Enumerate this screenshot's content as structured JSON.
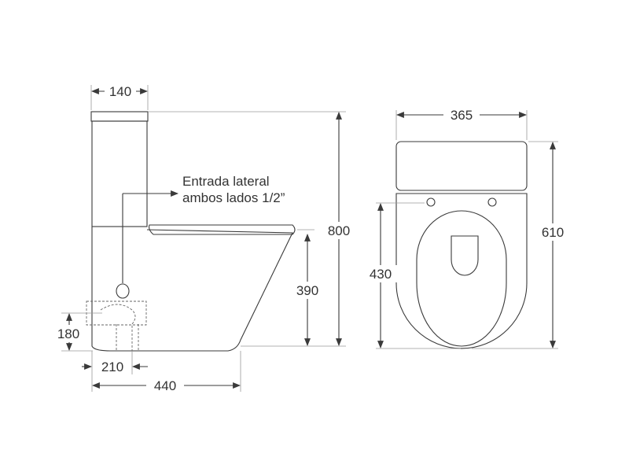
{
  "side_view": {
    "dim_tank_depth": "140",
    "dim_total_height": "800",
    "dim_seat_height": "390",
    "dim_outlet_height": "180",
    "dim_outlet_distance": "210",
    "dim_total_depth": "440",
    "note_line1": "Entrada lateral",
    "note_line2": "ambos lados 1/2”"
  },
  "top_view": {
    "dim_width": "365",
    "dim_bowl_length": "430",
    "dim_total_length": "610"
  },
  "colors": {
    "line": "#3a3a3a",
    "background": "#ffffff"
  }
}
